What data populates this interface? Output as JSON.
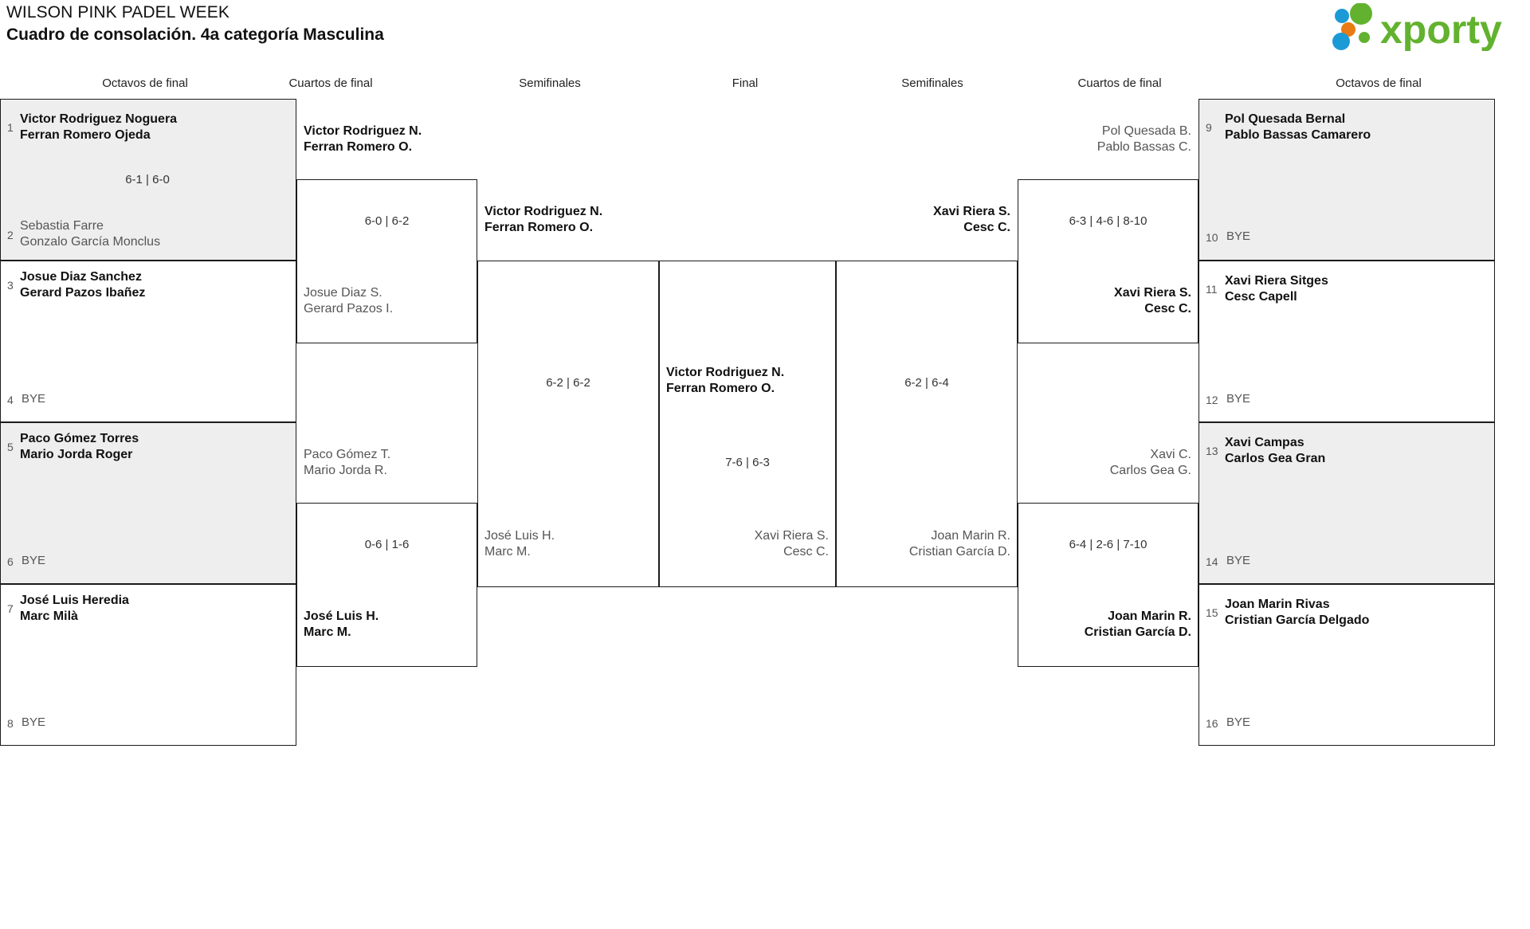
{
  "header": {
    "tournament_title": "WILSON PINK PADEL WEEK",
    "draw_subtitle": "Cuadro de consolación. 4a categoría Masculina",
    "logo_text": "xporty",
    "logo_colors": {
      "green": "#62b22f",
      "blue": "#1b9ad6",
      "orange": "#e87b13"
    }
  },
  "round_headers": {
    "left_r16": "Octavos de final",
    "left_qf": "Cuartos de final",
    "left_sf": "Semifinales",
    "final": "Final",
    "right_sf": "Semifinales",
    "right_qf": "Cuartos de final",
    "right_r16": "Octavos de final"
  },
  "left": {
    "r16": [
      {
        "seed": "1",
        "p1": "Victor Rodriguez Noguera",
        "p2": "Ferran Romero Ojeda",
        "winner": true,
        "bye": false
      },
      {
        "seed": "2",
        "p1": "Sebastia Farre",
        "p2": "Gonzalo García Monclus",
        "winner": false,
        "bye": false
      },
      {
        "seed": "3",
        "p1": "Josue Diaz Sanchez",
        "p2": "Gerard Pazos Ibañez",
        "winner": true,
        "bye": false
      },
      {
        "seed": "4",
        "p1": "BYE",
        "p2": "",
        "winner": false,
        "bye": true
      },
      {
        "seed": "5",
        "p1": "Paco Gómez Torres",
        "p2": "Mario Jorda Roger",
        "winner": true,
        "bye": false
      },
      {
        "seed": "6",
        "p1": "BYE",
        "p2": "",
        "winner": false,
        "bye": true
      },
      {
        "seed": "7",
        "p1": "José Luis Heredia",
        "p2": "Marc Milà",
        "winner": true,
        "bye": false
      },
      {
        "seed": "8",
        "p1": "BYE",
        "p2": "",
        "winner": false,
        "bye": true
      }
    ],
    "r16_scores": [
      "6-1 | 6-0",
      "",
      "",
      ""
    ],
    "qf": [
      {
        "p1": "Victor Rodriguez N.",
        "p2": "Ferran Romero O.",
        "winner": true
      },
      {
        "p1": "Josue Diaz S.",
        "p2": "Gerard Pazos I.",
        "winner": false
      },
      {
        "p1": "Paco Gómez T.",
        "p2": "Mario Jorda R.",
        "winner": false
      },
      {
        "p1": "José Luis H.",
        "p2": "Marc M.",
        "winner": true
      }
    ],
    "qf_scores": [
      "6-0 | 6-2",
      "0-6 | 1-6"
    ],
    "sf": [
      {
        "p1": "Victor Rodriguez N.",
        "p2": "Ferran Romero O.",
        "winner": true
      },
      {
        "p1": "José Luis H.",
        "p2": "Marc M.",
        "winner": false
      }
    ],
    "sf_scores": [
      "6-2 | 6-2"
    ]
  },
  "final": {
    "top": {
      "p1": "Victor Rodriguez N.",
      "p2": "Ferran Romero O.",
      "winner": true
    },
    "bottom": {
      "p1": "Xavi Riera S.",
      "p2": "Cesc C.",
      "winner": false
    },
    "score": "7-6 | 6-3"
  },
  "right": {
    "r16": [
      {
        "seed": "9",
        "p1": "Pol Quesada Bernal",
        "p2": "Pablo Bassas Camarero",
        "winner": true,
        "bye": false
      },
      {
        "seed": "10",
        "p1": "BYE",
        "p2": "",
        "winner": false,
        "bye": true
      },
      {
        "seed": "11",
        "p1": "Xavi Riera Sitges",
        "p2": "Cesc Capell",
        "winner": true,
        "bye": false
      },
      {
        "seed": "12",
        "p1": "BYE",
        "p2": "",
        "winner": false,
        "bye": true
      },
      {
        "seed": "13",
        "p1": "Xavi Campas",
        "p2": "Carlos Gea Gran",
        "winner": true,
        "bye": false
      },
      {
        "seed": "14",
        "p1": "BYE",
        "p2": "",
        "winner": false,
        "bye": true
      },
      {
        "seed": "15",
        "p1": "Joan Marin Rivas",
        "p2": "Cristian García Delgado",
        "winner": true,
        "bye": false
      },
      {
        "seed": "16",
        "p1": "BYE",
        "p2": "",
        "winner": false,
        "bye": true
      }
    ],
    "qf": [
      {
        "p1": "Pol Quesada B.",
        "p2": "Pablo Bassas C.",
        "winner": false
      },
      {
        "p1": "Xavi Riera S.",
        "p2": "Cesc C.",
        "winner": true
      },
      {
        "p1": "Xavi C.",
        "p2": "Carlos Gea G.",
        "winner": false
      },
      {
        "p1": "Joan Marin R.",
        "p2": "Cristian García D.",
        "winner": true
      }
    ],
    "qf_scores": [
      "6-3 | 4-6 | 8-10",
      "6-4 | 2-6 | 7-10"
    ],
    "sf": [
      {
        "p1": "Xavi Riera S.",
        "p2": "Cesc C.",
        "winner": true
      },
      {
        "p1": "Joan Marin R.",
        "p2": "Cristian García D.",
        "winner": false
      }
    ],
    "sf_scores": [
      "6-2 | 6-4"
    ]
  }
}
